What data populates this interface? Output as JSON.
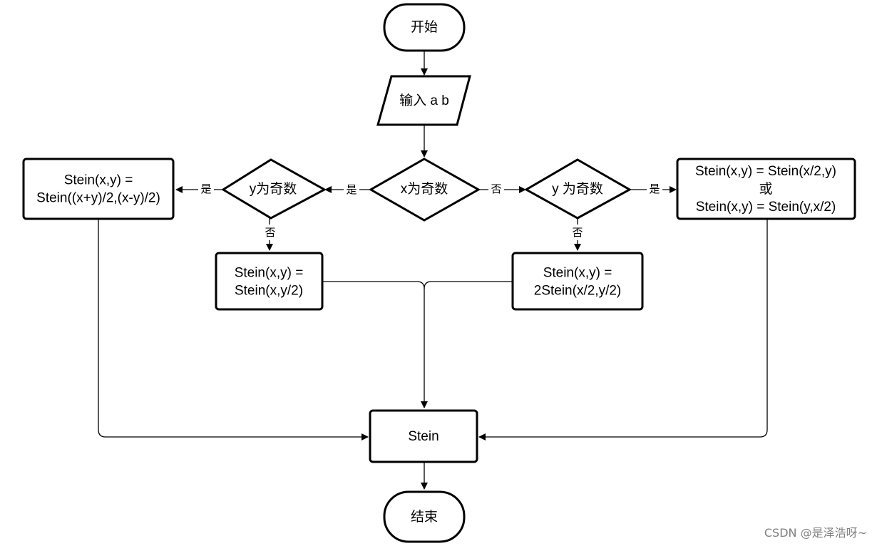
{
  "diagram": {
    "nodes": {
      "start": "开始",
      "input": "输入 a b",
      "x_odd": "x为奇数",
      "y_odd_left": "y为奇数",
      "y_odd_right": "y 为奇数",
      "both_odd": "Stein(x,y) =\nStein((x+y)/2,(x-y)/2)",
      "x_odd_y_even": "Stein(x,y) =\nStein(x,y/2)",
      "both_even": "Stein(x,y) =\n2Stein(x/2,y/2)",
      "x_even_y_odd": "Stein(x,y) = Stein(x/2,y)\n或\nStein(x,y) = Stein(y,x/2)",
      "stein": "Stein",
      "end": "结束"
    },
    "edge_labels": {
      "x_yes": "是",
      "x_no": "否",
      "left_yes": "是",
      "left_no": "否",
      "right_yes": "是",
      "right_no": "否"
    }
  },
  "watermark": "CSDN @是泽浩呀~"
}
